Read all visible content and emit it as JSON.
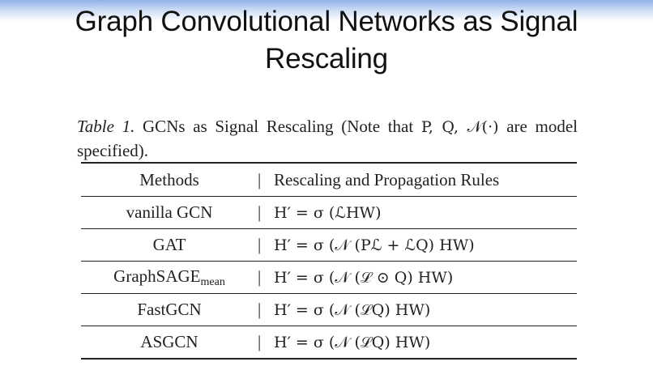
{
  "slide": {
    "title_line1": "Graph Convolutional Networks as Signal",
    "title_line2": "Rescaling"
  },
  "caption": {
    "label": "Table 1.",
    "text_before": " GCNs as Signal Rescaling (Note that ",
    "math": "P, Q, 𝒩(·)",
    "text_after": " are model specified)."
  },
  "table": {
    "headers": [
      "Methods",
      "Rescaling and Propagation Rules"
    ],
    "separator": "|",
    "rows": [
      {
        "method": "vanilla GCN",
        "method_sub": "",
        "rule": "H′ = σ (ℒHW)"
      },
      {
        "method": "GAT",
        "method_sub": "",
        "rule": "H′ = σ (𝒩 (Pℒ + ℒQ) HW)"
      },
      {
        "method": "GraphSAGE",
        "method_sub": "mean",
        "rule": "H′ = σ (𝒩 (ℒ ⊙ Q) HW)"
      },
      {
        "method": "FastGCN",
        "method_sub": "",
        "rule": "H′ = σ (𝒩 (ℒQ) HW)"
      },
      {
        "method": "ASGCN",
        "method_sub": "",
        "rule": "H′ = σ (𝒩 (ℒQ) HW)"
      }
    ]
  }
}
